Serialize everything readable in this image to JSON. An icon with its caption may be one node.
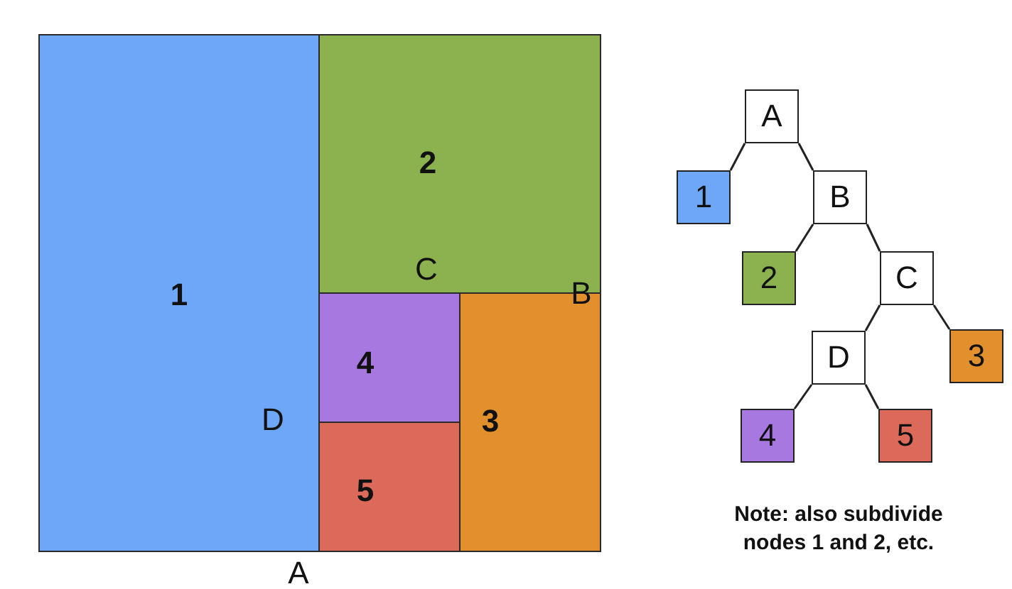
{
  "diagram": {
    "nodes": [
      {
        "text": [
          "1"
        ]
      },
      {
        "text": [
          "2"
        ]
      },
      {
        "text": [
          "4"
        ]
      },
      {
        "text": [
          "5"
        ]
      },
      {
        "text": [
          "3"
        ]
      },
      {
        "text": [
          "A"
        ]
      },
      {
        "text": [
          "1"
        ]
      },
      {
        "text": [
          "B"
        ]
      },
      {
        "text": [
          "2"
        ]
      },
      {
        "text": [
          "C"
        ]
      },
      {
        "text": [
          "D"
        ]
      },
      {
        "text": [
          "3"
        ]
      },
      {
        "text": [
          "4"
        ]
      },
      {
        "text": [
          "5"
        ]
      }
    ],
    "edges": [
      {
        "from": 5,
        "to": 6,
        "arrow": "none"
      },
      {
        "from": 5,
        "to": 7,
        "arrow": "none"
      },
      {
        "from": 7,
        "to": 8,
        "arrow": "none"
      },
      {
        "from": 7,
        "to": 9,
        "arrow": "none"
      },
      {
        "from": 9,
        "to": 10,
        "arrow": "none"
      },
      {
        "from": 9,
        "to": 11,
        "arrow": "none"
      },
      {
        "from": 10,
        "to": 12,
        "arrow": "none"
      },
      {
        "from": 10,
        "to": 13,
        "arrow": "none"
      }
    ],
    "labels": [
      "C",
      "B",
      "D",
      "A",
      "Note: also subdivide nodes 1 and 2, etc."
    ]
  }
}
